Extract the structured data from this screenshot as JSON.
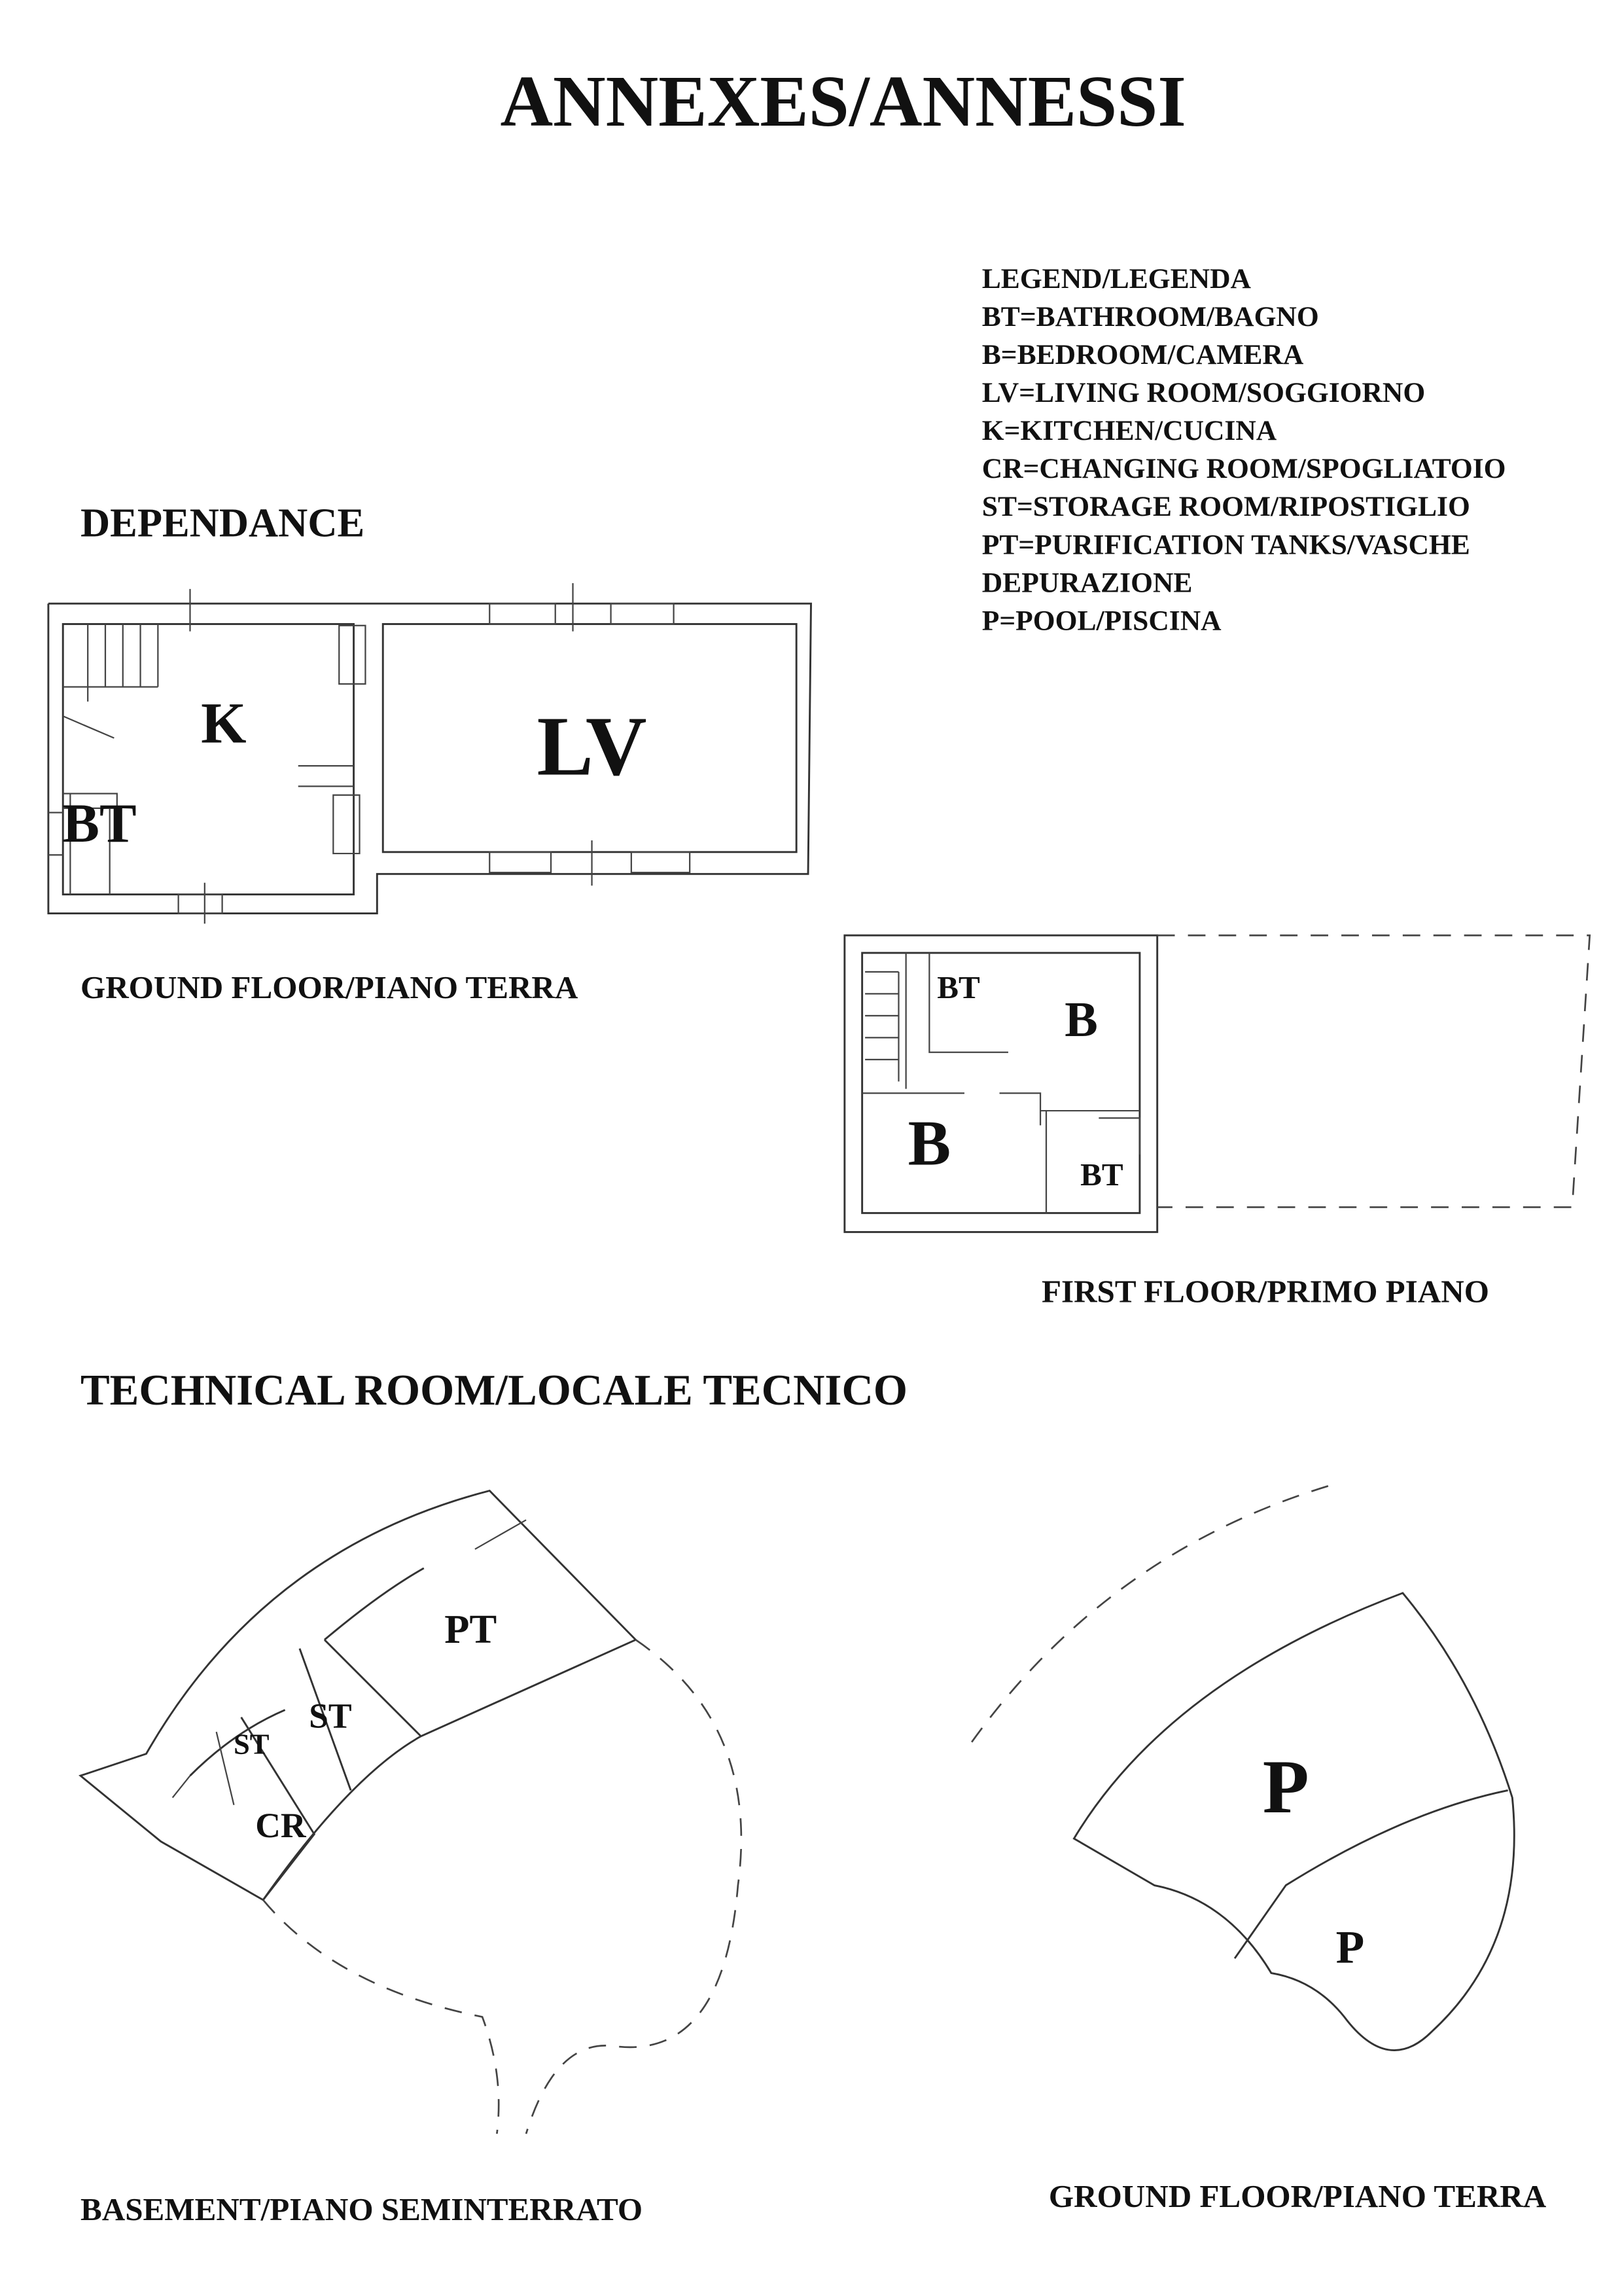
{
  "title": "ANNEXES/ANNESSI",
  "legend": {
    "heading": "LEGEND/LEGENDA",
    "items": [
      "BT=BATHROOM/BAGNO",
      "B=BEDROOM/CAMERA",
      "LV=LIVING ROOM/SOGGIORNO",
      "K=KITCHEN/CUCINA",
      "CR=CHANGING ROOM/SPOGLIATOIO",
      "ST=STORAGE ROOM/RIPOSTIGLIO",
      "PT=PURIFICATION TANKS/VASCHE",
      "DEPURAZIONE",
      "P=POOL/PISCINA"
    ]
  },
  "dependance": {
    "heading": "DEPENDANCE",
    "ground_floor": {
      "caption": "GROUND FLOOR/PIANO TERRA",
      "rooms": [
        "K",
        "LV",
        "BT"
      ]
    },
    "first_floor": {
      "caption": "FIRST FLOOR/PRIMO PIANO",
      "rooms": [
        "BT",
        "B",
        "B",
        "BT"
      ]
    }
  },
  "technical_room": {
    "heading": "TECHNICAL ROOM/LOCALE TECNICO",
    "basement": {
      "caption": "BASEMENT/PIANO SEMINTERRATO",
      "rooms": [
        "PT",
        "ST",
        "ST",
        "CR"
      ]
    },
    "ground_floor": {
      "caption": "GROUND FLOOR/PIANO TERRA",
      "rooms": [
        "P",
        "P"
      ]
    }
  }
}
